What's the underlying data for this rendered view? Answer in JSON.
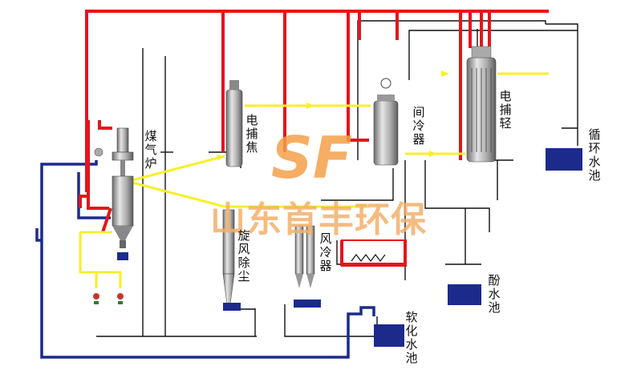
{
  "labels": {
    "gas_furnace": "煤气炉",
    "electric_tar_catcher_coke": "电捕焦",
    "cyclone_dust_removal": "旋风除尘",
    "air_cooler": "风冷器",
    "indirect_cooler": "间冷器",
    "electric_light_oil_catcher": "电捕轻",
    "circulating_water_pool": "循环水池",
    "phenol_water_pool": "酚水池",
    "softened_water_pool": "软化水池"
  },
  "watermark": {
    "logo_text": "SF",
    "company_name": "山东首丰环保"
  },
  "colors": {
    "gas_line": "#e3161c",
    "tar_gas_line": "#f7ef2a",
    "soft_water_line": "#1c2a8c",
    "circulating_line": "#111111",
    "equipment": "#b8b8b8",
    "pool": "#1c2a8c",
    "watermark": "#f4a04a"
  }
}
